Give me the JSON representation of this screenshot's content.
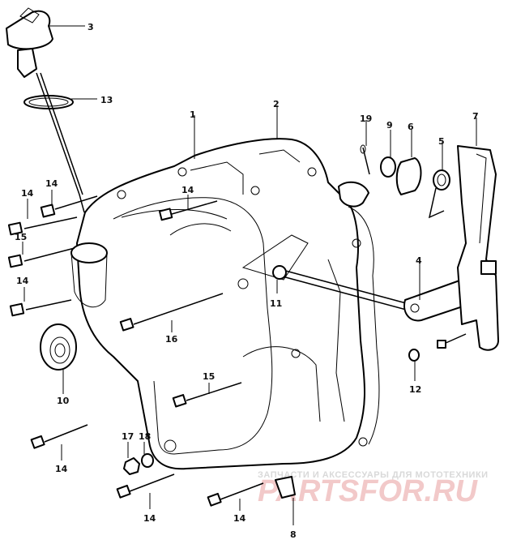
{
  "callouts": [
    "1",
    "2",
    "3",
    "4",
    "5",
    "6",
    "7",
    "8",
    "9",
    "10",
    "11",
    "12",
    "13",
    "14",
    "15",
    "16",
    "17",
    "18",
    "19"
  ],
  "watermark": {
    "top": "ЗАПЧАСТИ И АКСЕССУАРЫ ДЛЯ МОТОТЕХНИКИ",
    "brand": "PARTSFOR.RU"
  }
}
